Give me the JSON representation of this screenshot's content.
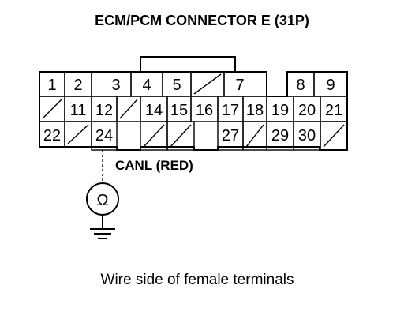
{
  "title": "ECM/PCM CONNECTOR E (31P)",
  "probe_label": "CANL (RED)",
  "meter_symbol": "Ω",
  "caption": "Wire side of female terminals",
  "terminals": {
    "row1": [
      "1",
      "2",
      "3",
      "4",
      "5",
      "",
      "7",
      "8",
      "9"
    ],
    "row2": [
      "",
      "11",
      "12",
      "",
      "14",
      "15",
      "16",
      "17",
      "18",
      "19",
      "20",
      "21"
    ],
    "row3": [
      "22",
      "",
      "24",
      "",
      "",
      "27",
      "",
      "29",
      "30",
      ""
    ]
  },
  "probed_terminal": "24"
}
